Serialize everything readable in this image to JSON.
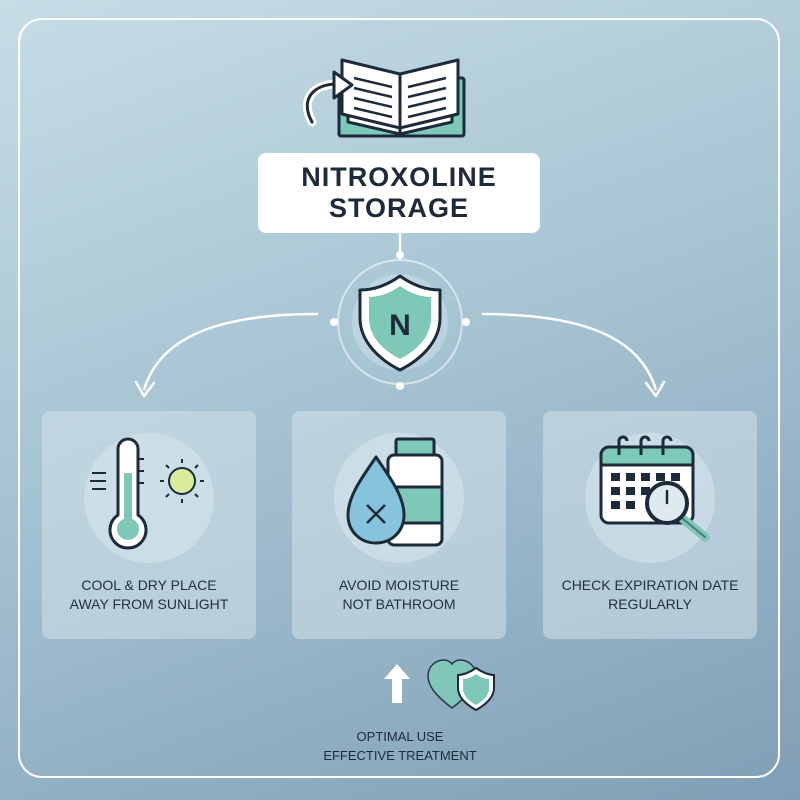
{
  "title": {
    "line1": "NITROXOLINE",
    "line2": "STORAGE"
  },
  "badge": {
    "letter": "N"
  },
  "cards": [
    {
      "line1": "COOL & DRY PLACE",
      "line2": "AWAY FROM SUNLIGHT",
      "icons": [
        "thermometer-icon",
        "sun-icon"
      ]
    },
    {
      "line1": "AVOID MOISTURE",
      "line2": "NOT BATHROOM",
      "icons": [
        "water-drop-icon",
        "bottle-icon"
      ]
    },
    {
      "line1": "CHECK EXPIRATION DATE",
      "line2": "REGULARLY",
      "icons": [
        "calendar-icon",
        "magnifier-icon"
      ]
    }
  ],
  "footer": {
    "line1": "OPTIMAL USE",
    "line2": "EFFECTIVE TREATMENT"
  },
  "colors": {
    "teal": "#7ec8b8",
    "dark": "#1d2a3a",
    "accent_sun": "#d8ec9c",
    "drop": "#86c3dc"
  }
}
